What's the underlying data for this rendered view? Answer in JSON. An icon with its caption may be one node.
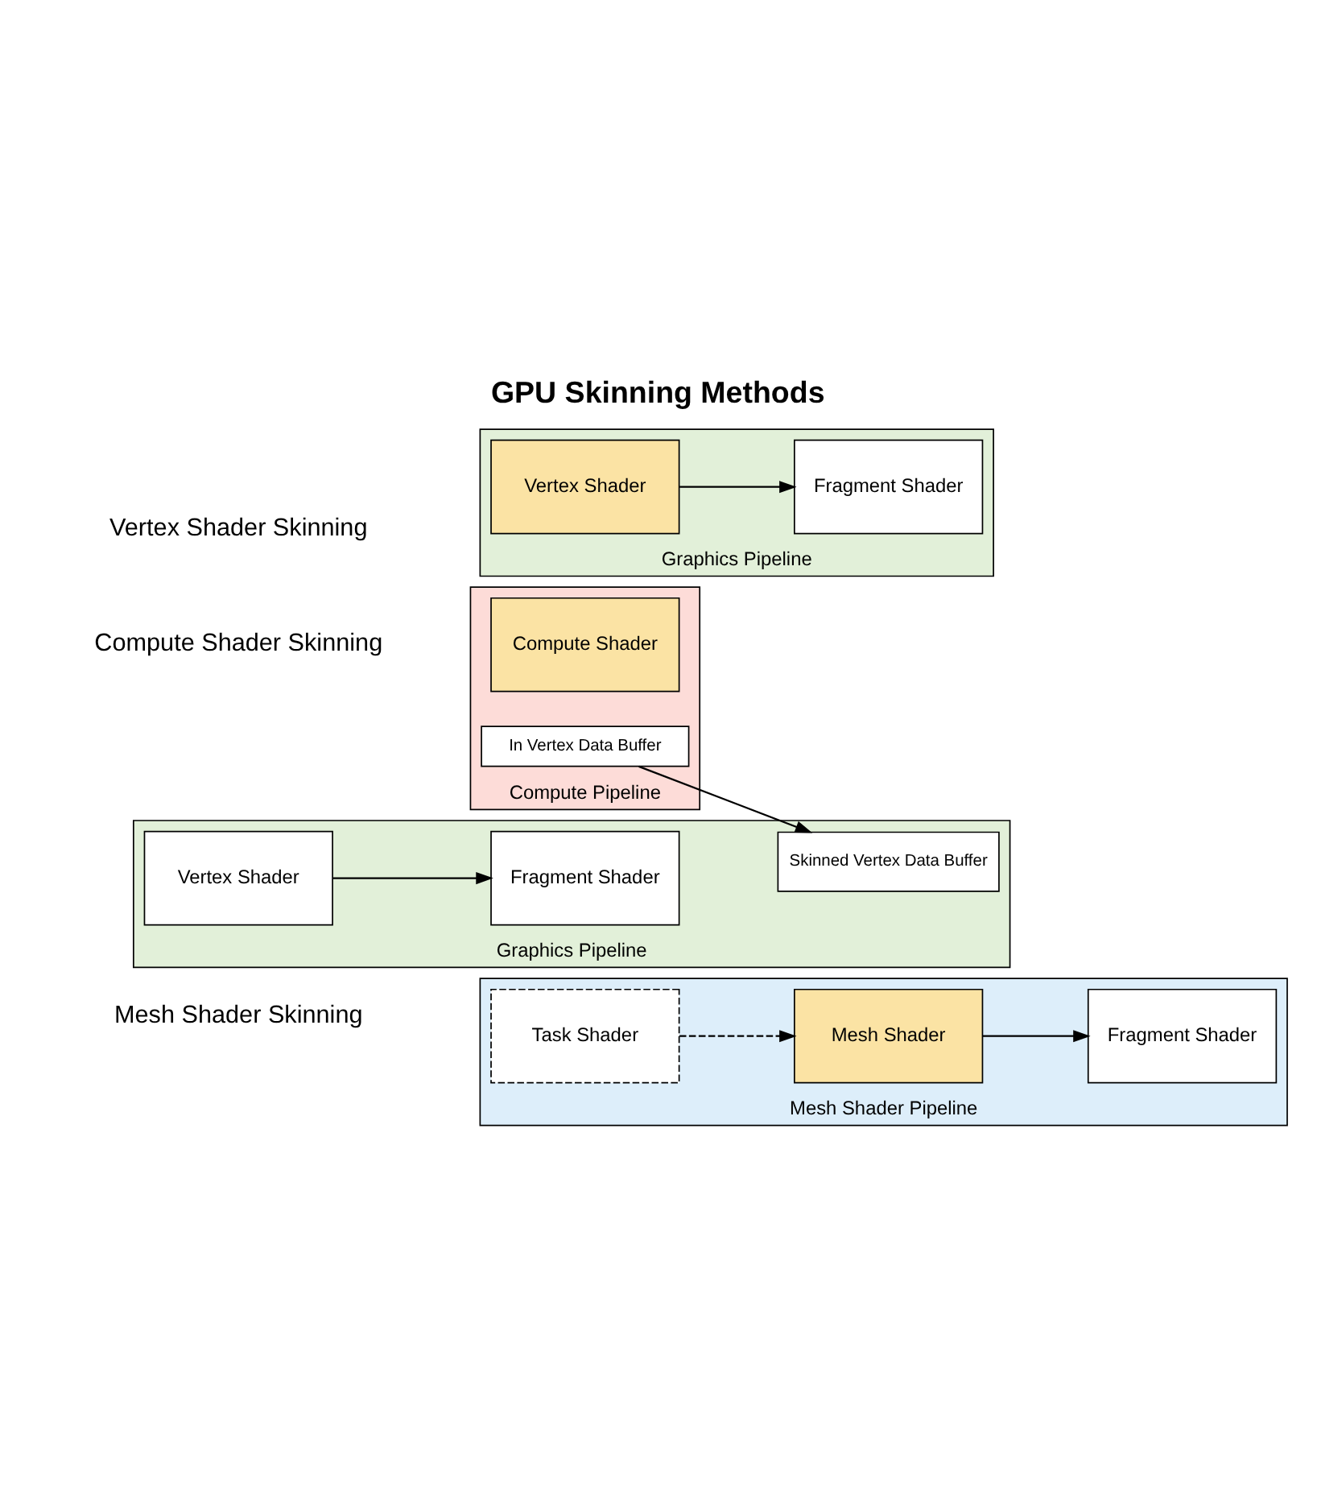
{
  "diagram": {
    "title": "GPU Skinning Methods",
    "nodes": [
      {
        "text": [
          "Graphics Pipeline"
        ]
      },
      {
        "text": [
          "Vertex Shader"
        ],
        "in": 0
      },
      {
        "text": [
          "Fragment Shader"
        ],
        "in": 0
      },
      {
        "text": [
          "Compute Pipeline"
        ]
      },
      {
        "text": [
          "Compute Shader"
        ],
        "in": 3
      },
      {
        "text": [
          "In Vertex Data Buffer"
        ],
        "in": 3
      },
      {
        "text": [
          "Graphics Pipeline"
        ]
      },
      {
        "text": [
          "Vertex Shader"
        ],
        "in": 6
      },
      {
        "text": [
          "Fragment Shader"
        ],
        "in": 6
      },
      {
        "text": [
          "Skinned Vertex Data Buffer"
        ],
        "in": 6
      },
      {
        "text": [
          "Mesh Shader Pipeline"
        ]
      },
      {
        "text": [
          "Task Shader"
        ],
        "in": 10
      },
      {
        "text": [
          "Mesh Shader"
        ],
        "in": 10
      },
      {
        "text": [
          "Fragment Shader"
        ],
        "in": 10
      }
    ],
    "edges": [
      {
        "from": 1,
        "to": 2,
        "arrow": "to"
      },
      {
        "from": 7,
        "to": 8,
        "arrow": "to"
      },
      {
        "from": 5,
        "to": 9,
        "arrow": "to"
      },
      {
        "from": 11,
        "to": 12,
        "arrow": "to",
        "style": "dashed"
      },
      {
        "from": 12,
        "to": 13,
        "arrow": "to"
      }
    ],
    "labels": [
      "Vertex Shader Skinning",
      "Compute Shader Skinning",
      "Mesh Shader Skinning"
    ]
  }
}
